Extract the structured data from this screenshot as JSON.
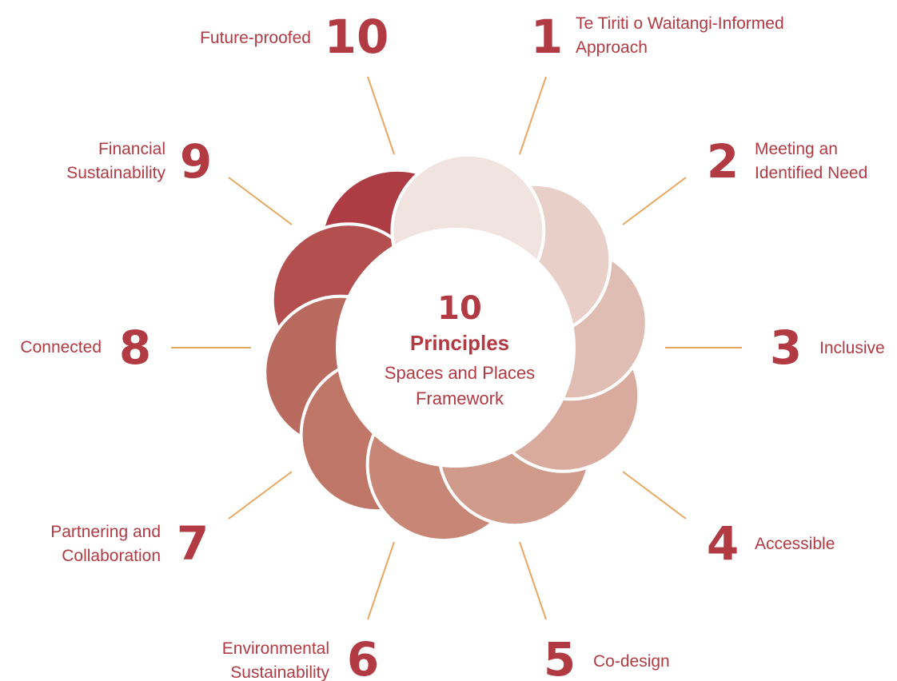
{
  "center": {
    "number": "10",
    "title": "Principles",
    "subtitle_line1": "Spaces and Places",
    "subtitle_line2": "Framework"
  },
  "colors": {
    "accent": "#b23a43",
    "connector": "#e8a862",
    "petals": [
      "#f1e4e0",
      "#e8d0c9",
      "#e0bdb3",
      "#d9ab9f",
      "#d19b8c",
      "#c88676",
      "#c07666",
      "#b86a5f",
      "#b34f4f",
      "#ae3c44"
    ]
  },
  "principles": [
    {
      "number": "1",
      "lines": [
        "Te Tiriti o Waitangi-Informed",
        "Approach"
      ]
    },
    {
      "number": "2",
      "lines": [
        "Meeting an",
        "Identified Need"
      ]
    },
    {
      "number": "3",
      "lines": [
        "Inclusive"
      ]
    },
    {
      "number": "4",
      "lines": [
        "Accessible"
      ]
    },
    {
      "number": "5",
      "lines": [
        "Co-design"
      ]
    },
    {
      "number": "6",
      "lines": [
        "Environmental",
        "Sustainability"
      ]
    },
    {
      "number": "7",
      "lines": [
        "Partnering and",
        "Collaboration"
      ]
    },
    {
      "number": "8",
      "lines": [
        "Connected"
      ]
    },
    {
      "number": "9",
      "lines": [
        "Financial",
        "Sustainability"
      ]
    },
    {
      "number": "10",
      "lines": [
        "Future-proofed"
      ]
    }
  ]
}
